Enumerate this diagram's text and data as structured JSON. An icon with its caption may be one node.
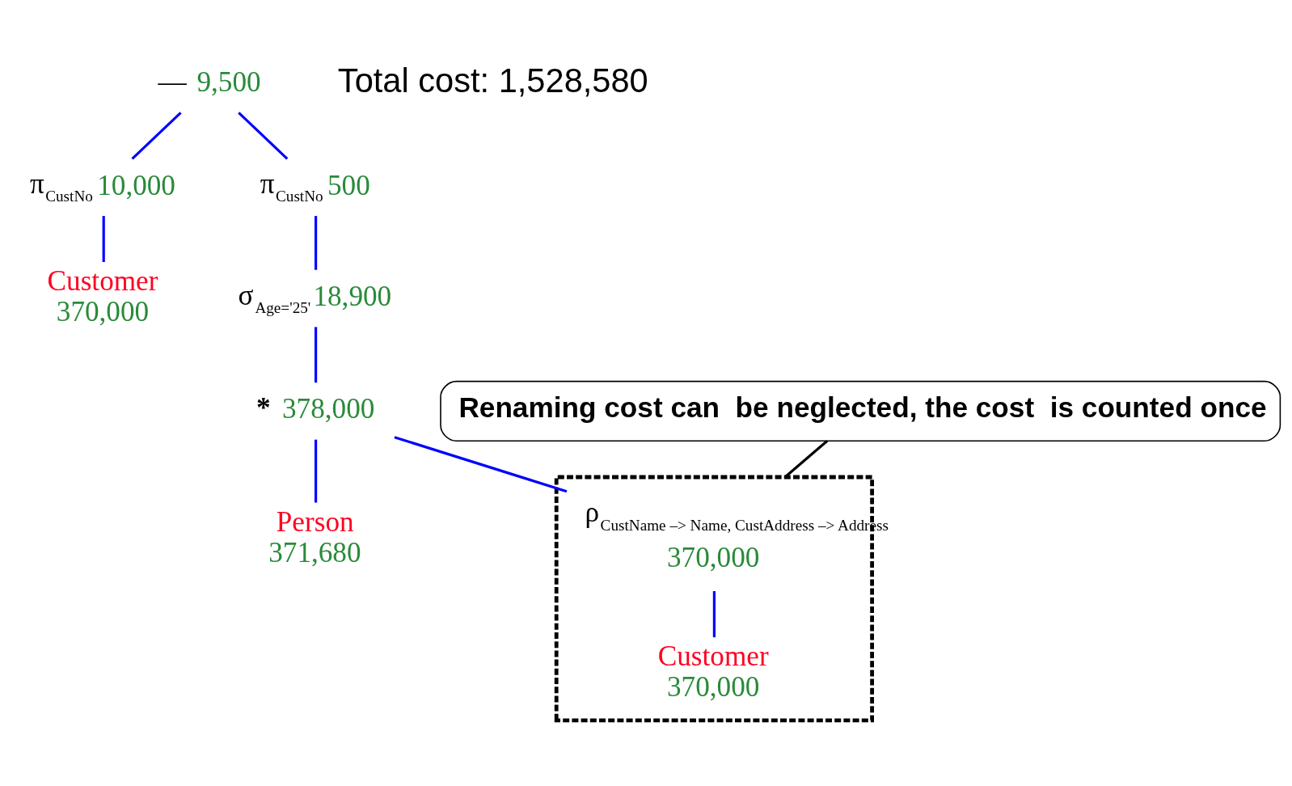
{
  "diagram": {
    "nodes": [
      {
        "text": [
          "—"
        ],
        "beside": [
          "9,500"
        ]
      },
      {
        "text": [
          "π$_{CustNo}$"
        ],
        "beside": [
          "10,000"
        ]
      },
      {
        "text": [
          "π$_{CustNo}$"
        ],
        "beside": [
          "500"
        ]
      },
      {
        "text": [
          "Customer",
          "370,000"
        ]
      },
      {
        "text": [
          "σ$_{Age='25'}$"
        ],
        "beside": [
          "18,900"
        ]
      },
      {
        "text": [
          "*"
        ],
        "beside": [
          "378,000"
        ]
      },
      {
        "text": [
          "Person",
          "371,680"
        ]
      },
      {
        "text": [],
        "shape": "box"
      },
      {
        "text": [
          "ρ$_{CustName –> Name, CustAddress –> Address}$"
        ],
        "beside": [
          "370,000"
        ],
        "in": 7
      },
      {
        "text": [
          "Customer",
          "370,000"
        ],
        "in": 7
      },
      {
        "text": [
          "Renaming cost can  be neglected, the cost  is counted once"
        ]
      }
    ],
    "edges": [
      {
        "from": 0,
        "to": 1,
        "arrow": "none"
      },
      {
        "from": 0,
        "to": 2,
        "arrow": "none"
      },
      {
        "from": 1,
        "to": 3,
        "arrow": "none"
      },
      {
        "from": 2,
        "to": 4,
        "arrow": "none"
      },
      {
        "from": 4,
        "to": 5,
        "arrow": "none"
      },
      {
        "from": 5,
        "to": 6,
        "arrow": "none"
      },
      {
        "from": 5,
        "to": 8,
        "arrow": "none"
      },
      {
        "from": 8,
        "to": 9,
        "arrow": "none"
      },
      {
        "from": 10,
        "to": 7,
        "arrow": "none",
        "color": "#000000"
      }
    ],
    "labels": [
      "Total cost: 1,528,580"
    ]
  }
}
